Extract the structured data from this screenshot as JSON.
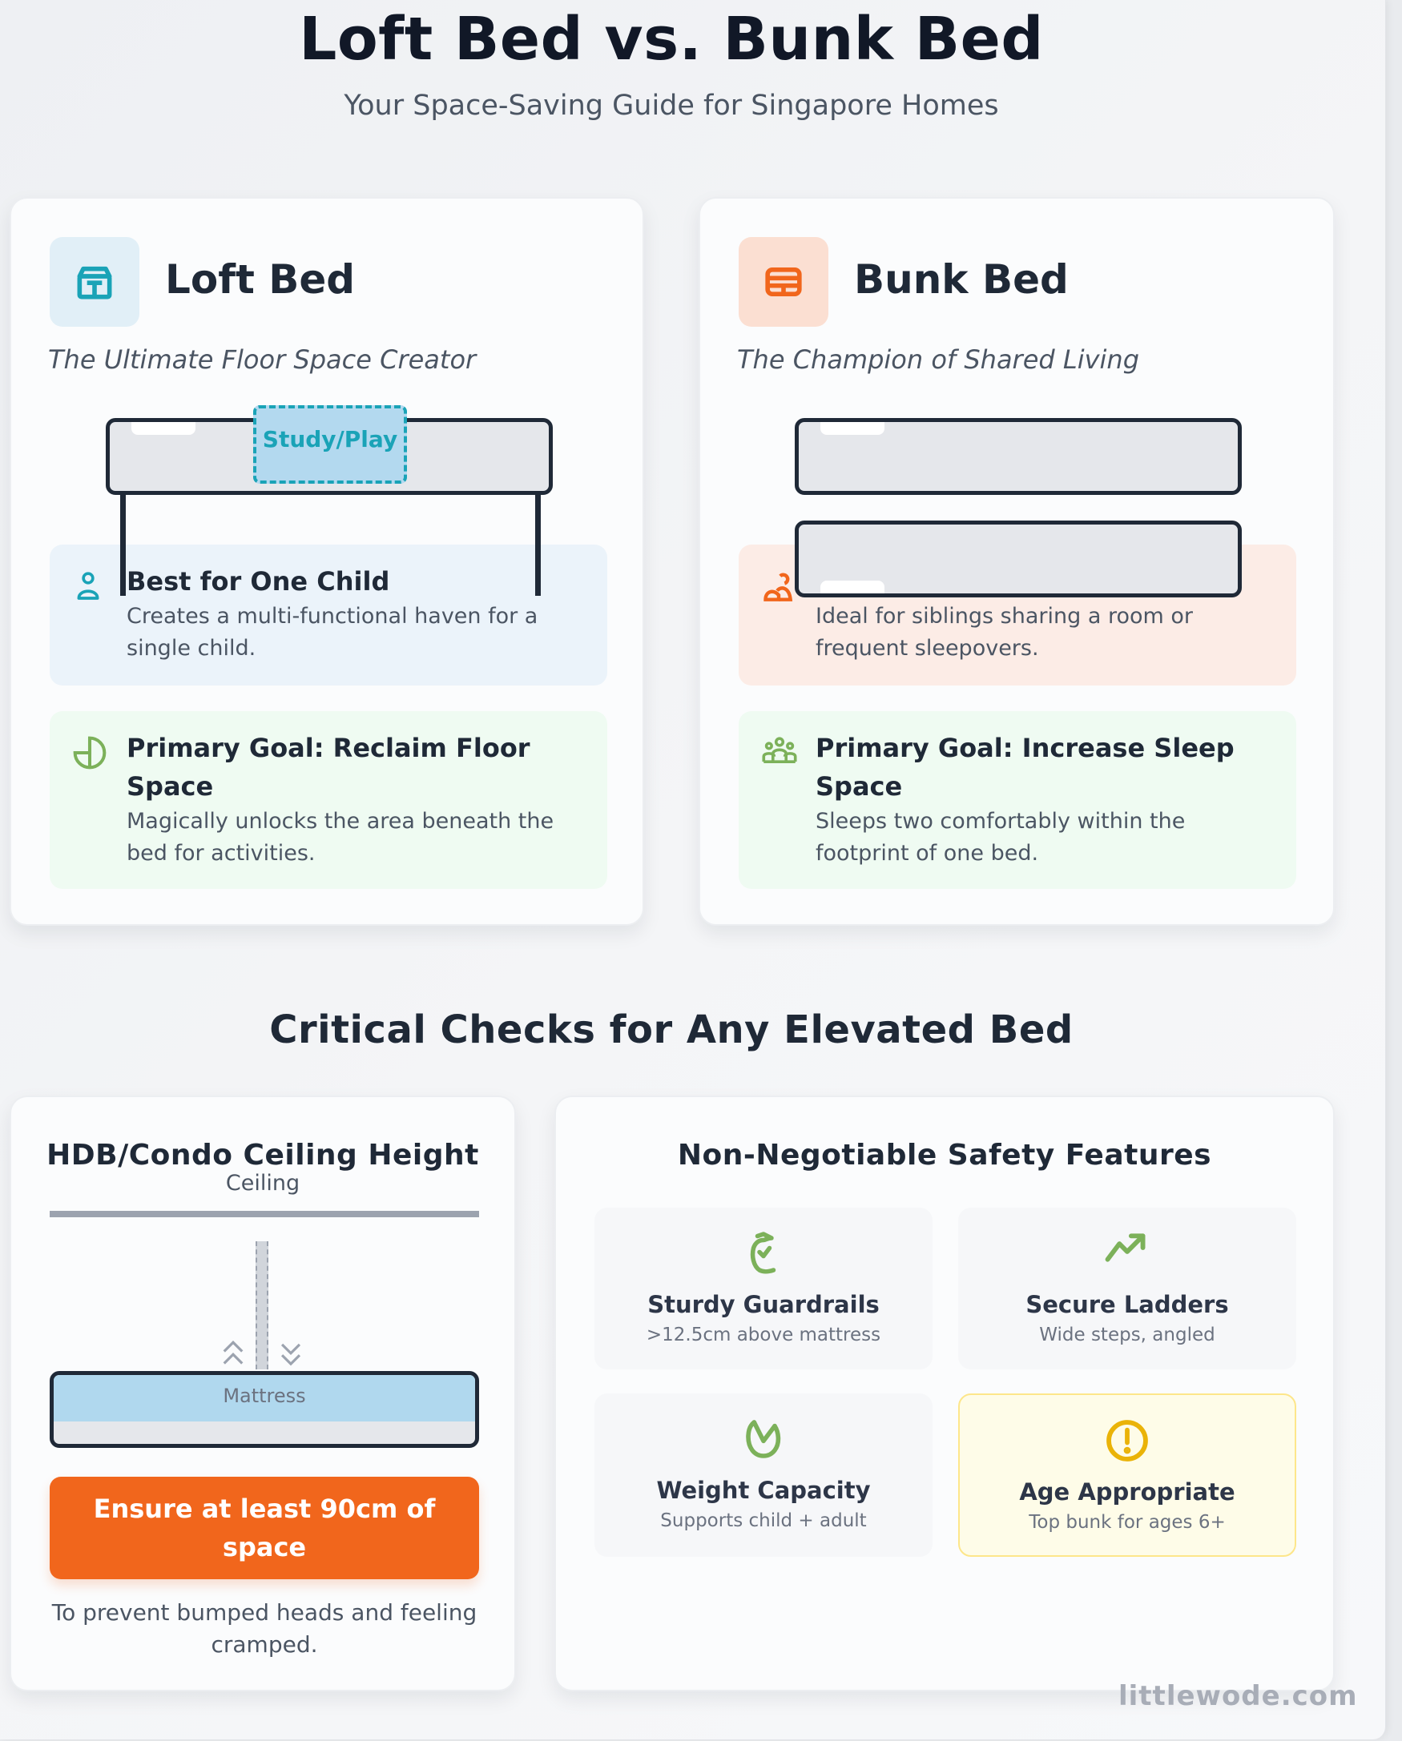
{
  "header": {
    "title": "Loft Bed vs. Bunk Bed",
    "subtitle": "Your Space-Saving Guide for Singapore Homes"
  },
  "loft": {
    "icon": "archive-box-icon",
    "title": "Loft Bed",
    "tagline": "The Ultimate Floor Space Creator",
    "diagram_label": "Study/Play",
    "accent": "#1aa3b7",
    "features": [
      {
        "icon": "user-icon",
        "title": "Best for One Child",
        "desc": "Creates a multi-functional haven for a single child."
      },
      {
        "icon": "pie-chart-icon",
        "title": "Primary Goal: Reclaim Floor Space",
        "desc": "Magically unlocks the area beneath the bed for activities."
      }
    ]
  },
  "bunk": {
    "icon": "bunk-bed-icon",
    "title": "Bunk Bed",
    "tagline": "The Champion of Shared Living",
    "accent": "#f1661c",
    "features": [
      {
        "icon": "siblings-icon",
        "title": "",
        "desc": "Ideal for siblings sharing a room or frequent sleepovers."
      },
      {
        "icon": "group-icon",
        "title": "Primary Goal: Increase Sleep Space",
        "desc": "Sleeps two comfortably within the footprint of one bed."
      }
    ]
  },
  "checks": {
    "section_title": "Critical Checks for Any Elevated Bed",
    "ceiling": {
      "title": "HDB/Condo Ceiling Height",
      "ceiling_label": "Ceiling",
      "mattress_label": "Mattress",
      "alert": "Ensure at least 90cm of space",
      "note": "To prevent bumped heads and feeling cramped."
    },
    "safety": {
      "title": "Non-Negotiable Safety Features",
      "items": [
        {
          "icon": "shield-check-icon",
          "title": "Sturdy Guardrails",
          "desc": ">12.5cm above mattress"
        },
        {
          "icon": "trending-up-icon",
          "title": "Secure Ladders",
          "desc": "Wide steps, angled"
        },
        {
          "icon": "weight-check-icon",
          "title": "Weight Capacity",
          "desc": "Supports child + adult"
        },
        {
          "icon": "alert-circle-icon",
          "title": "Age Appropriate",
          "desc": "Top bunk for ages 6+"
        }
      ]
    }
  },
  "footer": {
    "watermark": "littlewode.com"
  },
  "colors": {
    "teal": "#1aa3b7",
    "orange": "#f1661c",
    "green": "#7cb15a",
    "yellow": "#eab308",
    "dark": "#1f2937"
  }
}
